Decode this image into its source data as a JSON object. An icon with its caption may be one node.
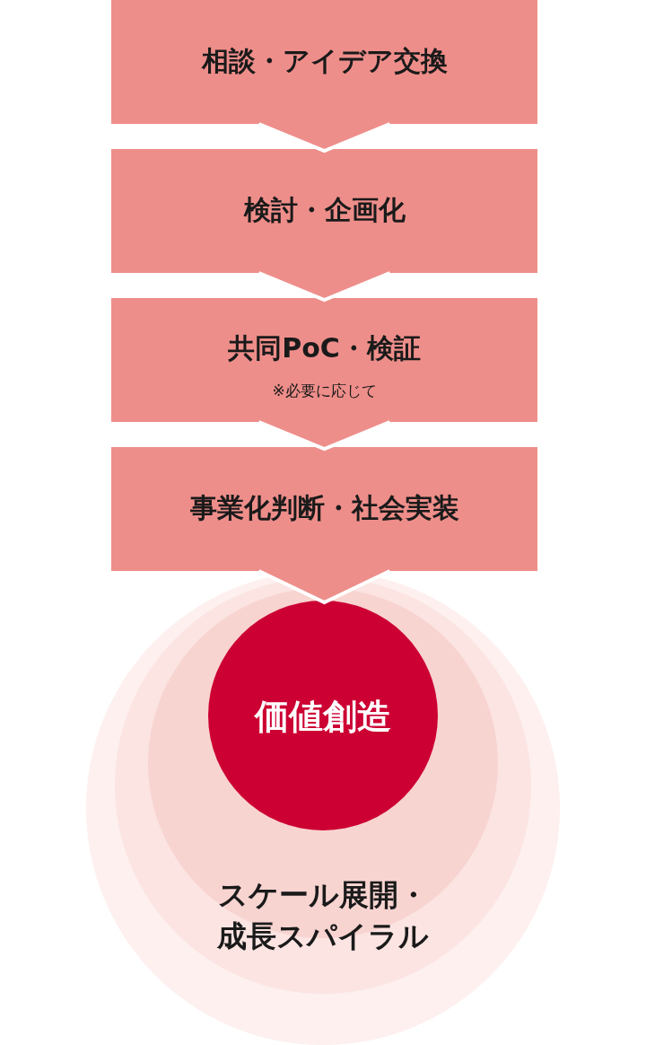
{
  "diagram": {
    "nodes": [
      {
        "text": [
          "相談・アイデア交換"
        ]
      },
      {
        "text": [
          "検討・企画化"
        ]
      },
      {
        "text": [
          "共同PoC・検証",
          "※必要に応じて"
        ]
      },
      {
        "text": [
          "事業化判断・社会実装"
        ]
      },
      {
        "text": [
          "スケール展開・成長スパイラル"
        ]
      },
      {
        "text": [
          "価値創造"
        ],
        "in": 4
      }
    ],
    "edges": [
      {
        "from": 0,
        "to": 1,
        "arrow": "to"
      },
      {
        "from": 1,
        "to": 2,
        "arrow": "to"
      },
      {
        "from": 2,
        "to": 3,
        "arrow": "to"
      },
      {
        "from": 3,
        "to": 5,
        "arrow": "to"
      }
    ]
  }
}
